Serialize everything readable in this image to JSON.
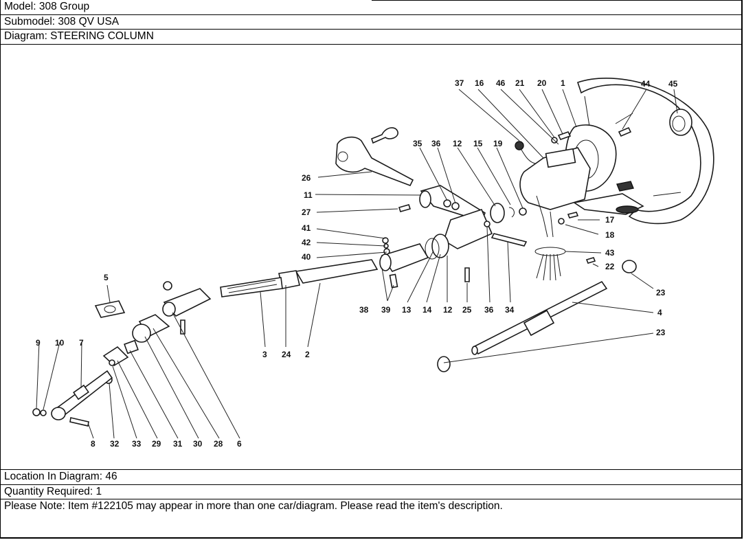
{
  "header": {
    "model": "Model: 308 Group",
    "submodel": "Submodel: 308 QV USA",
    "diagram": "Diagram: STEERING COLUMN"
  },
  "footer": {
    "location": "Location In Diagram: 46",
    "quantity": "Quantity Required: 1",
    "note": "Please Note: Item #122105 may appear in more than one car/diagram. Please read the item's description."
  },
  "diagram": {
    "title": "STEERING COLUMN",
    "callouts": [
      "37",
      "16",
      "46",
      "21",
      "20",
      "1",
      "44",
      "45",
      "35",
      "36",
      "12",
      "15",
      "19",
      "26",
      "11",
      "27",
      "17",
      "18",
      "41",
      "42",
      "40",
      "43",
      "22",
      "23",
      "5",
      "4",
      "38",
      "39",
      "13",
      "14",
      "12",
      "25",
      "36",
      "34",
      "3",
      "24",
      "2",
      "23",
      "9",
      "10",
      "7",
      "8",
      "32",
      "33",
      "29",
      "31",
      "30",
      "28",
      "6"
    ],
    "line_color": "#1a1a1a"
  }
}
